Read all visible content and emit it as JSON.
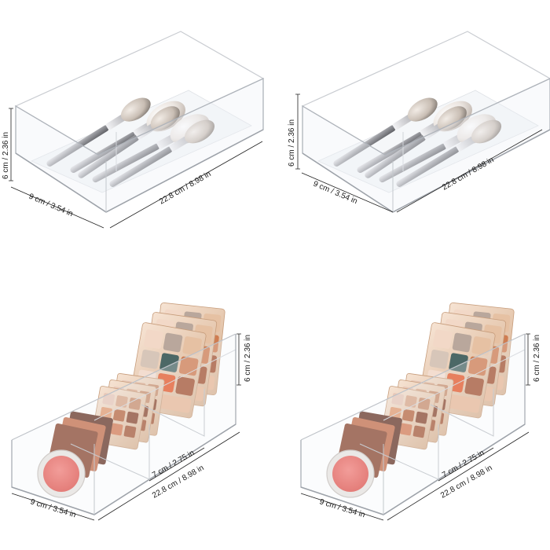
{
  "product_panels": [
    {
      "contents": "makeup brushes",
      "height_label": "6 cm / 2.36 in",
      "width_label": "9 cm / 3.54 in",
      "length_label": "22.8 cm / 8.98 in"
    },
    {
      "contents": "makeup brushes",
      "height_label": "6 cm / 2.36 in",
      "width_label": "9 cm / 3.54 in",
      "length_label": "22.8 cm / 8.98 in"
    },
    {
      "contents": "eyeshadow palettes and compact",
      "height_label": "6 cm / 2.36 in",
      "width_label": "9 cm / 3.54 in",
      "length_label": "22.8 cm / 8.98 in",
      "compartment_label": "7 cm / 2.75 in"
    },
    {
      "contents": "eyeshadow palettes and compact",
      "height_label": "6 cm / 2.36 in",
      "width_label": "9 cm / 3.54 in",
      "length_label": "22.8 cm / 8.98 in",
      "compartment_label": "7 cm / 2.75 in"
    }
  ]
}
